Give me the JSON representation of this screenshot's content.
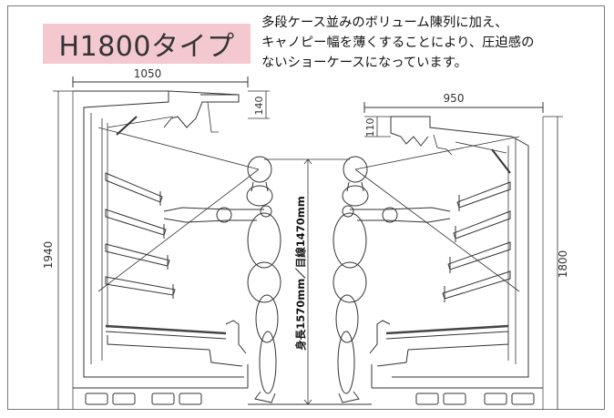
{
  "title": "H1800タイプ",
  "description": [
    "多段ケース並みのボリューム陳列に加え、",
    "キャノピー幅を薄くすることにより、圧迫感の",
    "ないショーケースになっています。"
  ],
  "dimensions": {
    "left_depth": "1050",
    "left_height": "1940",
    "left_canopy": "140",
    "right_depth": "950",
    "right_height": "1800",
    "right_canopy": "110"
  },
  "height_label": "身長1570mm／目線1470mm"
}
